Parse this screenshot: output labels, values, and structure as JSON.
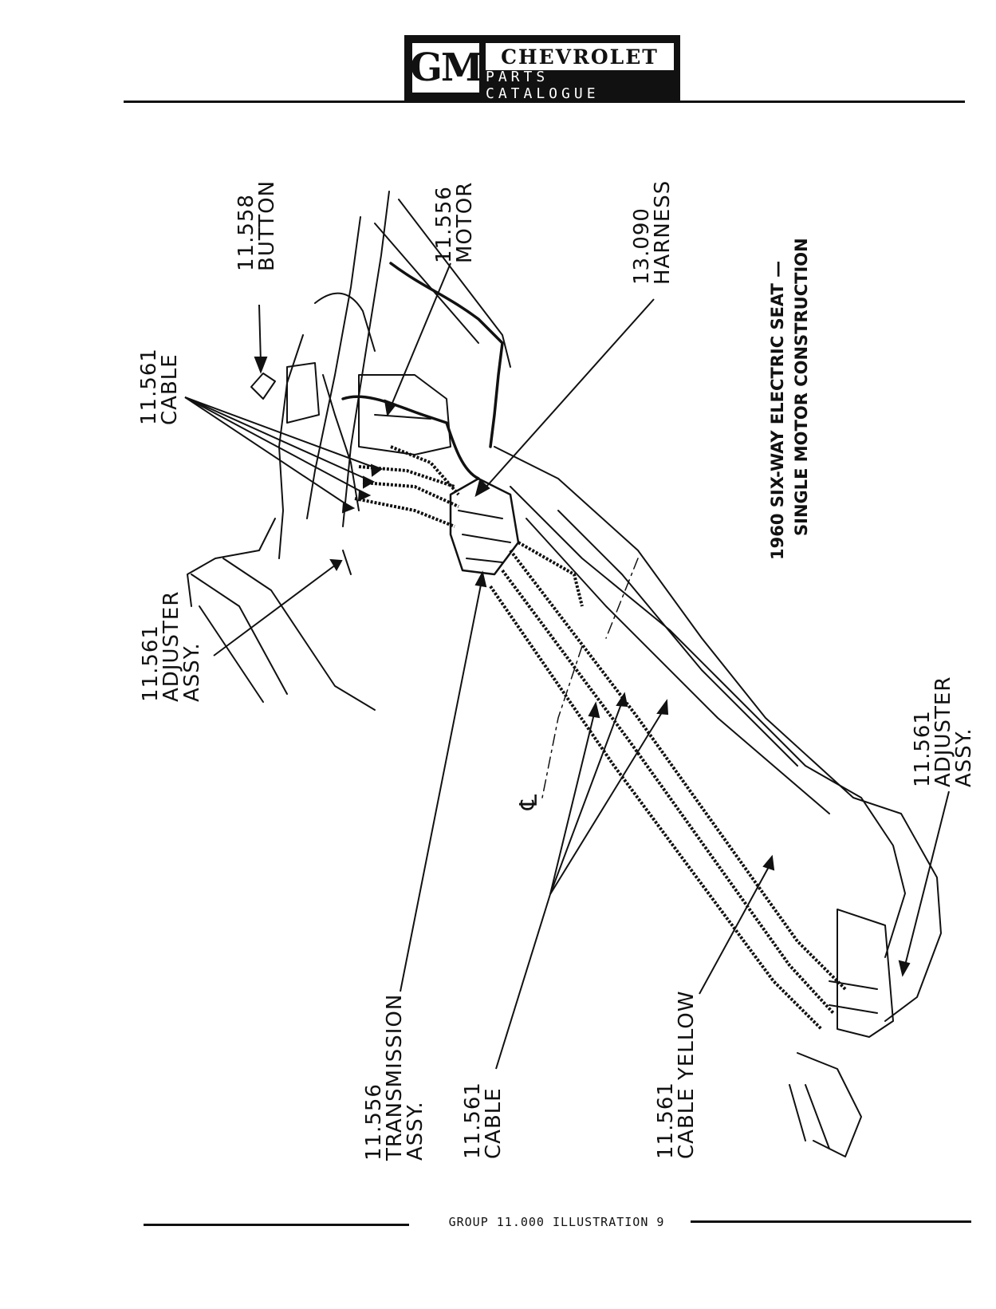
{
  "header": {
    "logo_mark": "GM",
    "brand": "CHEVROLET",
    "subtitle": "PARTS CATALOGUE"
  },
  "title": {
    "line1": "1960 SIX-WAY ELECTRIC SEAT —",
    "line2": "SINGLE MOTOR CONSTRUCTION"
  },
  "callouts": {
    "button": {
      "number": "11.558",
      "name": "BUTTON"
    },
    "motor": {
      "number": "11.556",
      "name": "MOTOR"
    },
    "harness": {
      "number": "13.090",
      "name": "HARNESS"
    },
    "cable_upper": {
      "number": "11.561",
      "name": "CABLE"
    },
    "adjuster_left": {
      "number": "11.561",
      "name": "ADJUSTER",
      "name2": "ASSY."
    },
    "adjuster_right": {
      "number": "11.561",
      "name": "ADJUSTER",
      "name2": "ASSY."
    },
    "transmission": {
      "number": "11.556",
      "name": "TRANSMISSION",
      "name2": "ASSY."
    },
    "cable_lower": {
      "number": "11.561",
      "name": "CABLE"
    },
    "cable_yellow": {
      "number": "11.561",
      "name": "CABLE YELLOW"
    }
  },
  "centerline_mark": "℄",
  "footer": {
    "text": "GROUP 11.000 ILLUSTRATION 9"
  }
}
